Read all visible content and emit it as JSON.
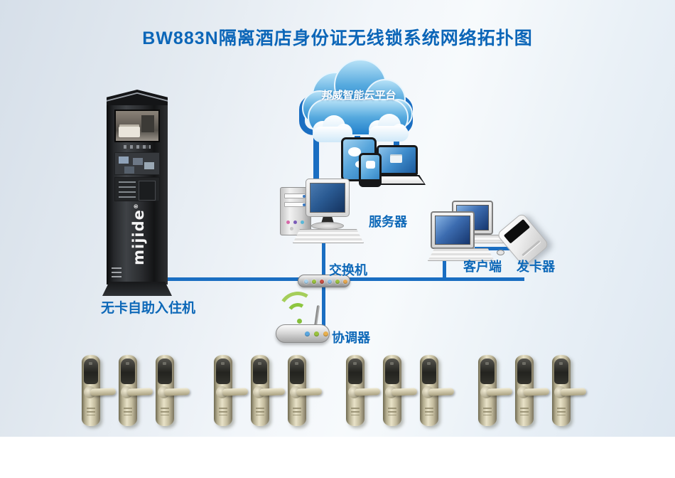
{
  "title": "BW883N隔离酒店身份证无线锁系统网络拓扑图",
  "cloud": {
    "label": "邦威智能云平台"
  },
  "kiosk": {
    "brand": "mijide",
    "brand_mark": "®",
    "label": "无卡自助入住机"
  },
  "nodes": {
    "server": {
      "label": "服务器"
    },
    "switch": {
      "label": "交换机"
    },
    "client": {
      "label": "客户端"
    },
    "card_issuer": {
      "label": "发卡器"
    },
    "coordinator": {
      "label": "协调器"
    }
  },
  "locks": {
    "count": 12,
    "groups": 4,
    "per_group": 3
  },
  "colors": {
    "title_blue": "#0c66b8",
    "label_blue": "#0d68b8",
    "line_blue": "#1a6ec2",
    "cloud_blue": "#2a85cd",
    "wifi_green": "#8dc63f",
    "lock_gold": "#c9c2a6"
  }
}
